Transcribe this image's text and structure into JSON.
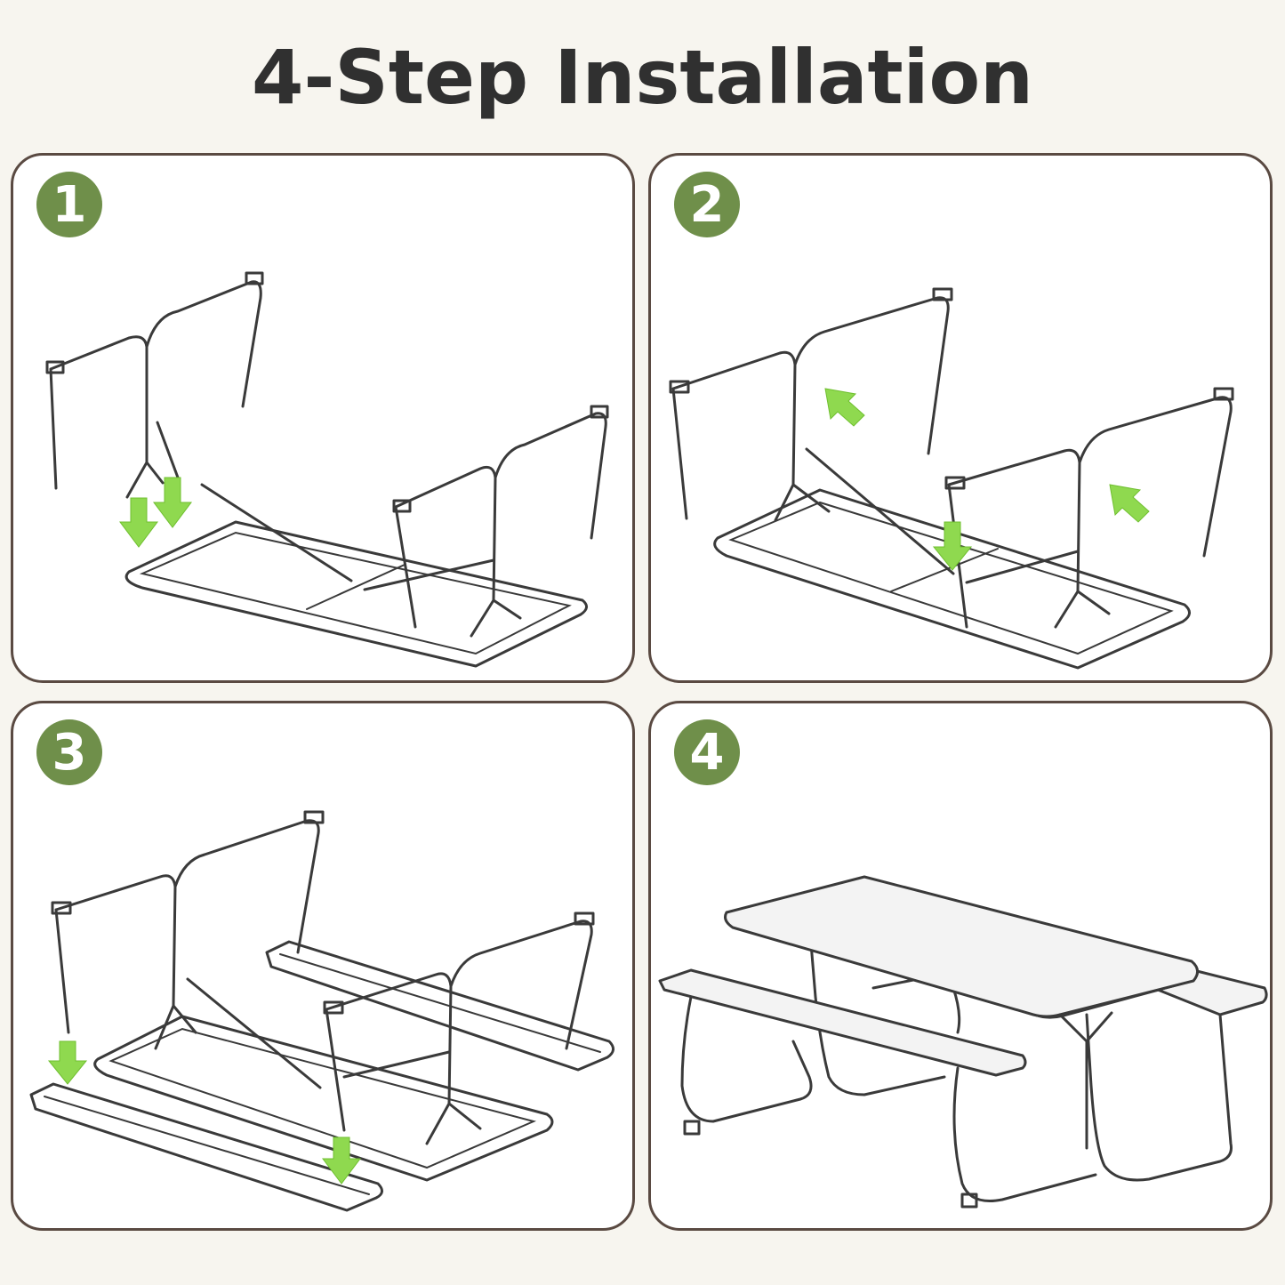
{
  "title": "4-Step Installation",
  "accent_color": "#6f8f4a",
  "arrow_color": "#8fd94f",
  "steps": [
    {
      "number": "1"
    },
    {
      "number": "2"
    },
    {
      "number": "3"
    },
    {
      "number": "4"
    }
  ]
}
